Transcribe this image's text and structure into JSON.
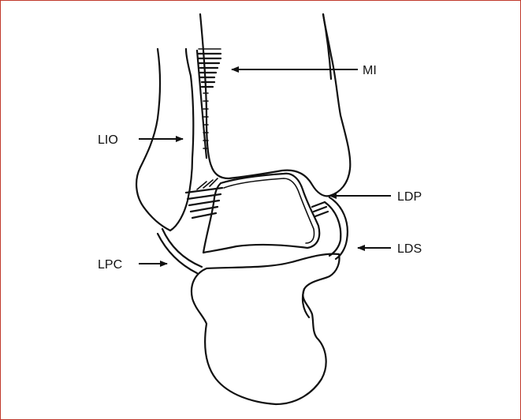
{
  "border_color": "#c0392b",
  "labels": {
    "mi": "MI",
    "lio": "LIO",
    "ldp": "LDP",
    "lds": "LDS",
    "lpc": "LPC"
  }
}
